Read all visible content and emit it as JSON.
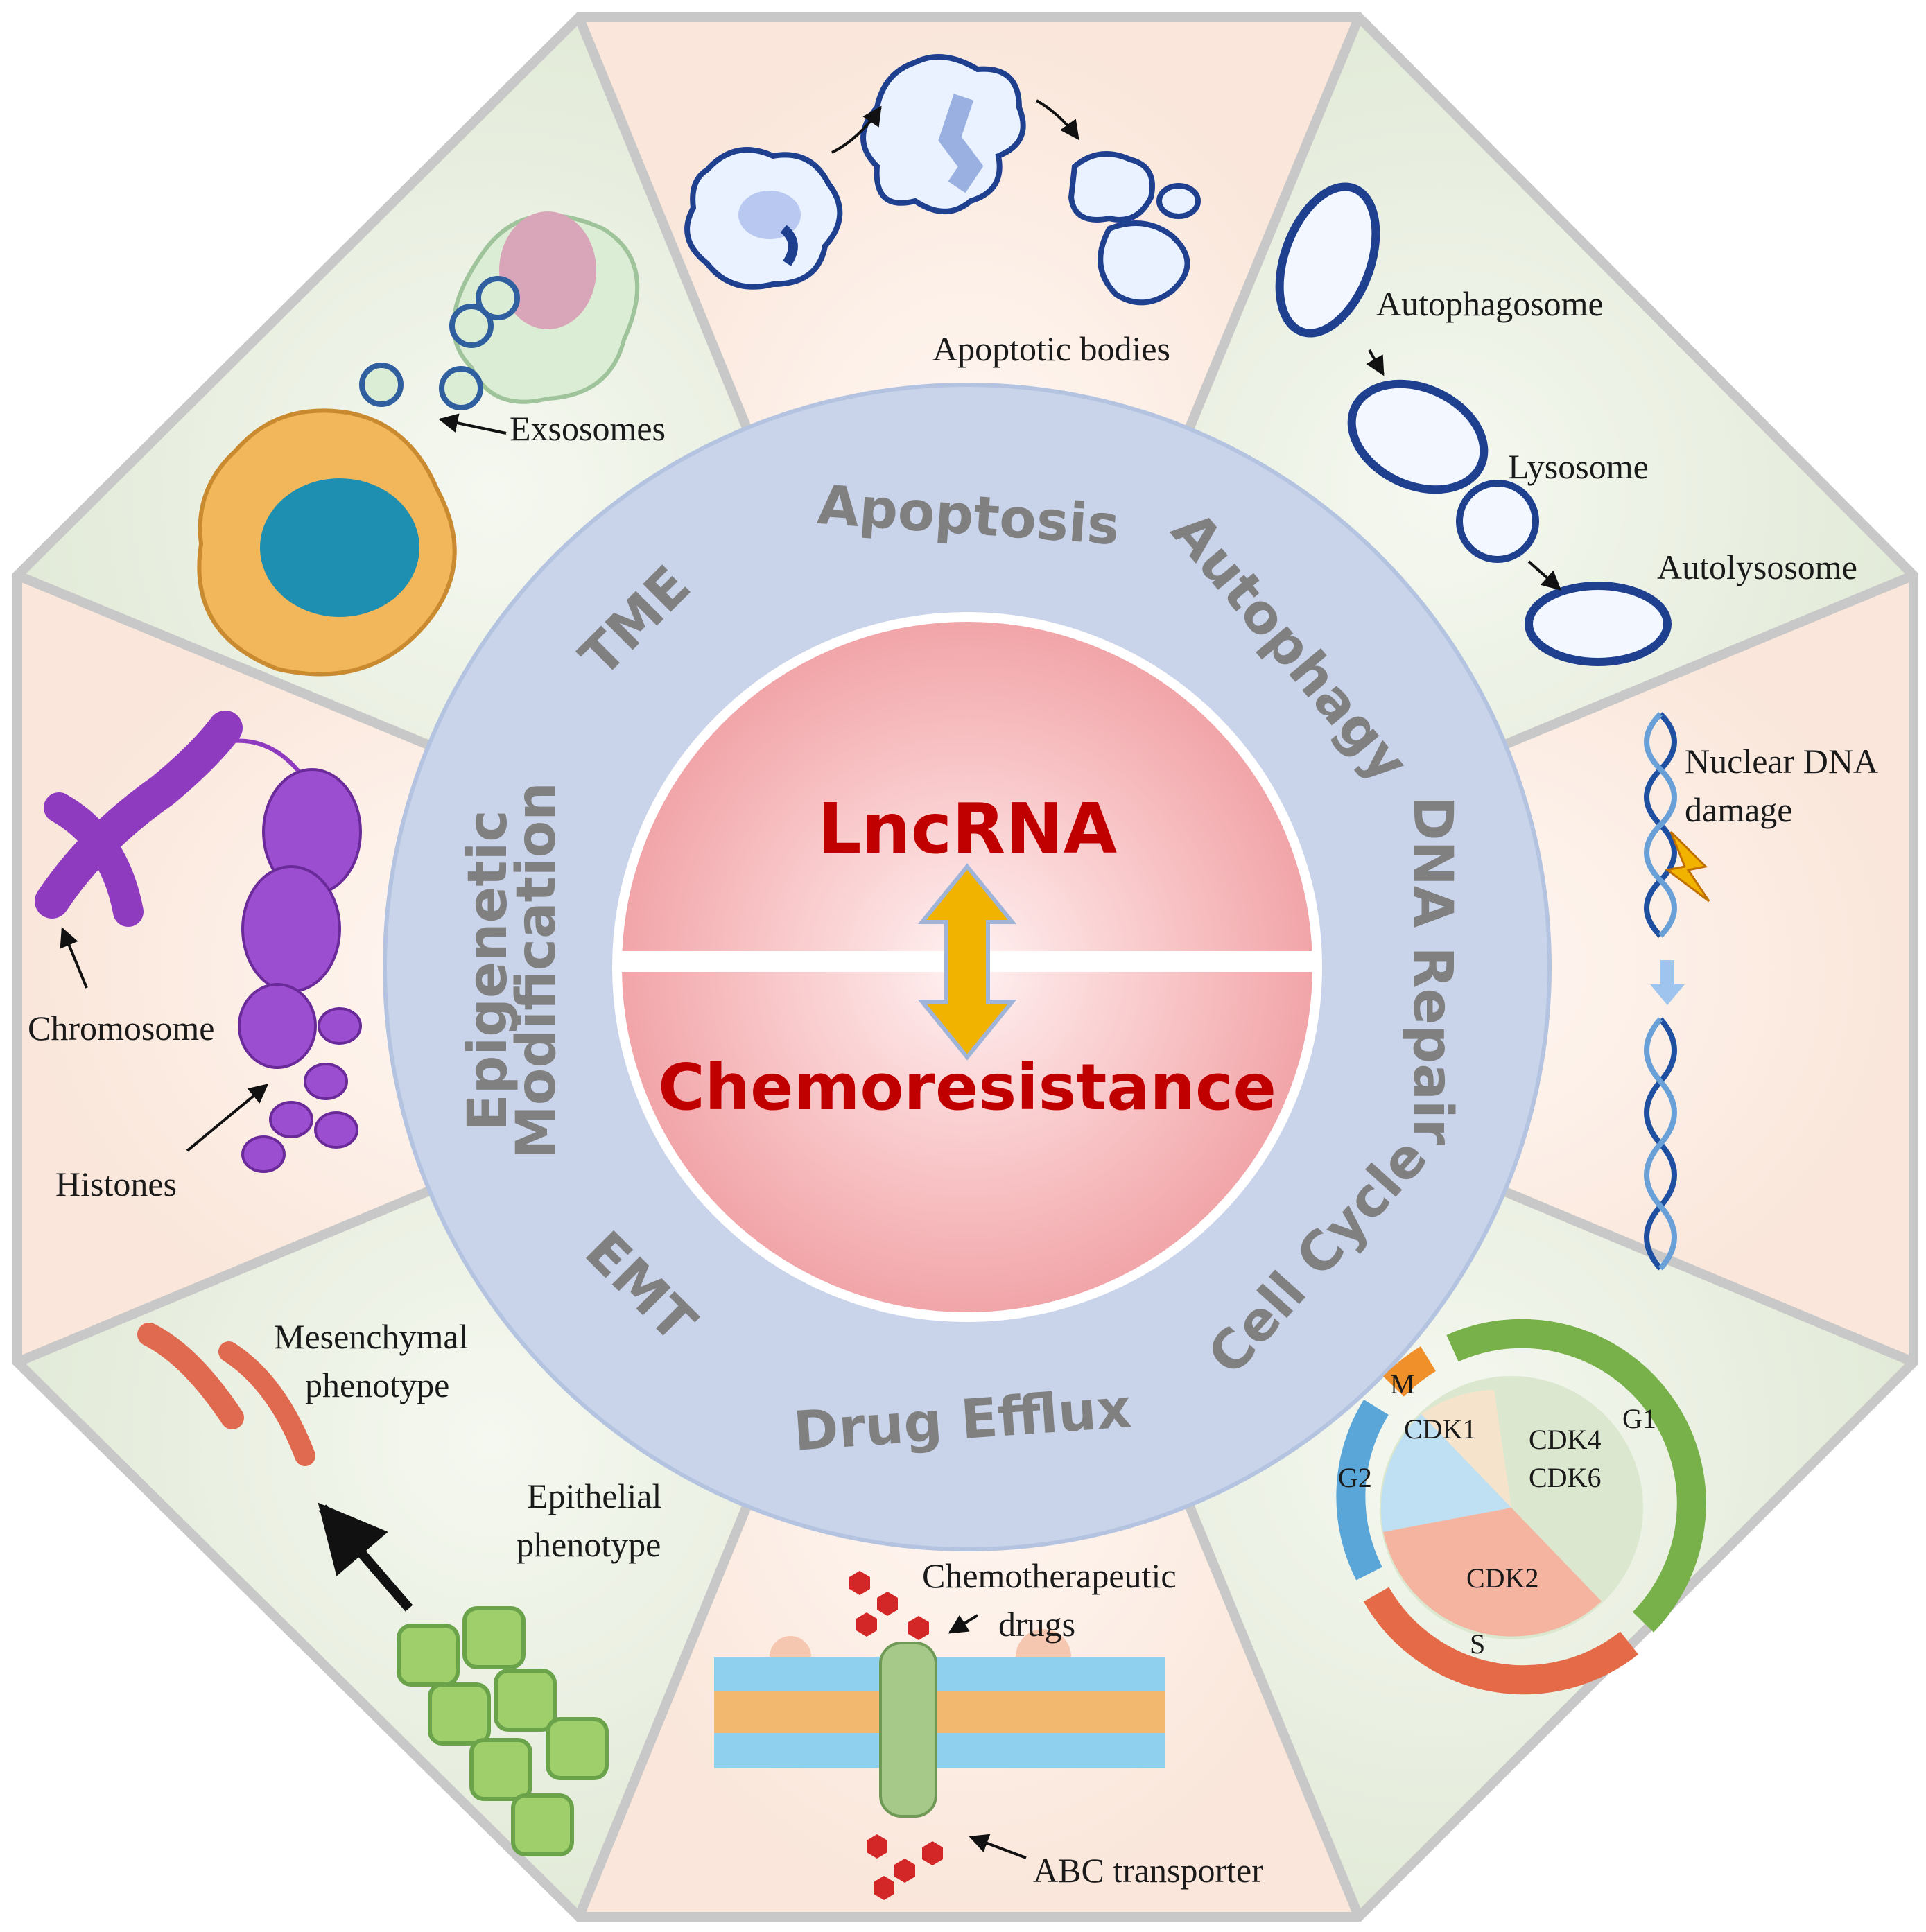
{
  "colors": {
    "sector_green": "#e8efe0",
    "sector_peach": "#fbe9df",
    "octagon_border": "#c8c8c8",
    "ring_fill": "#c9d4ea",
    "center_pink": "#f4a6aa",
    "title_red": "#c00000",
    "arrow_yellow": "#f2b200",
    "ring_text_grey": "#808080"
  },
  "center": {
    "top_label": "LncRNA",
    "bottom_label": "Chemoresistance",
    "arrow_icon": "double-arrow-vertical"
  },
  "ring_labels": {
    "apoptosis": "Apoptosis",
    "autophagy": "Autophagy",
    "dna_repair": "DNA Repair",
    "cell_cycle": "Cell Cycle",
    "drug_efflux": "Drug Efflux",
    "emt": "EMT",
    "epigenetic_line1": "Epigenetic",
    "epigenetic_line2": "Modification",
    "tme": "TME"
  },
  "panels": {
    "apoptosis": {
      "label": "Apoptotic bodies",
      "icon": "apoptotic-cell-icon"
    },
    "autophagy": {
      "labels": [
        "Autophagosome",
        "Lysosome",
        "Autolysosome"
      ],
      "icon": "autophagy-vesicle-icon"
    },
    "dna_repair": {
      "label_line1": "Nuclear DNA",
      "label_line2": "damage",
      "icon": "dna-helix-icon"
    },
    "cell_cycle": {
      "phases": [
        "M",
        "G1",
        "S",
        "G2"
      ],
      "cdks": [
        "CDK1",
        "CDK4",
        "CDK6",
        "CDK2"
      ],
      "icon": "cell-cycle-icon"
    },
    "drug_efflux": {
      "label1_line1": "Chemotherapeutic",
      "label1_line2": "drugs",
      "label2": "ABC transporter",
      "icon": "membrane-transporter-icon"
    },
    "emt": {
      "label1_line1": "Mesenchymal",
      "label1_line2": "phenotype",
      "label2_line1": "Epithelial",
      "label2_line2": "phenotype",
      "icon": "emt-cells-icon"
    },
    "epigenetic": {
      "labels": [
        "Chromosome",
        "Histones"
      ],
      "icon": "chromosome-icon"
    },
    "tme": {
      "label": "Exsosomes",
      "icon": "exosome-cell-icon"
    }
  }
}
